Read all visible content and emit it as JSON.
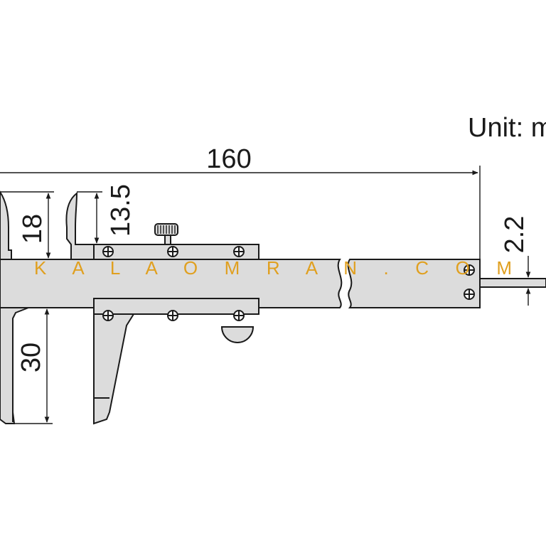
{
  "unit_label": "Unit: m",
  "dimensions": {
    "overall_length": "160",
    "inside_jaw_depth": "18",
    "step_height": "13.5",
    "outside_jaw_depth": "30",
    "depth_rod_width": "2.2"
  },
  "watermark": {
    "text": "K A L A O M R A N . C O M",
    "color": "#e0a020"
  },
  "colors": {
    "body_fill": "#dcdcdc",
    "line": "#1a1a1a"
  }
}
